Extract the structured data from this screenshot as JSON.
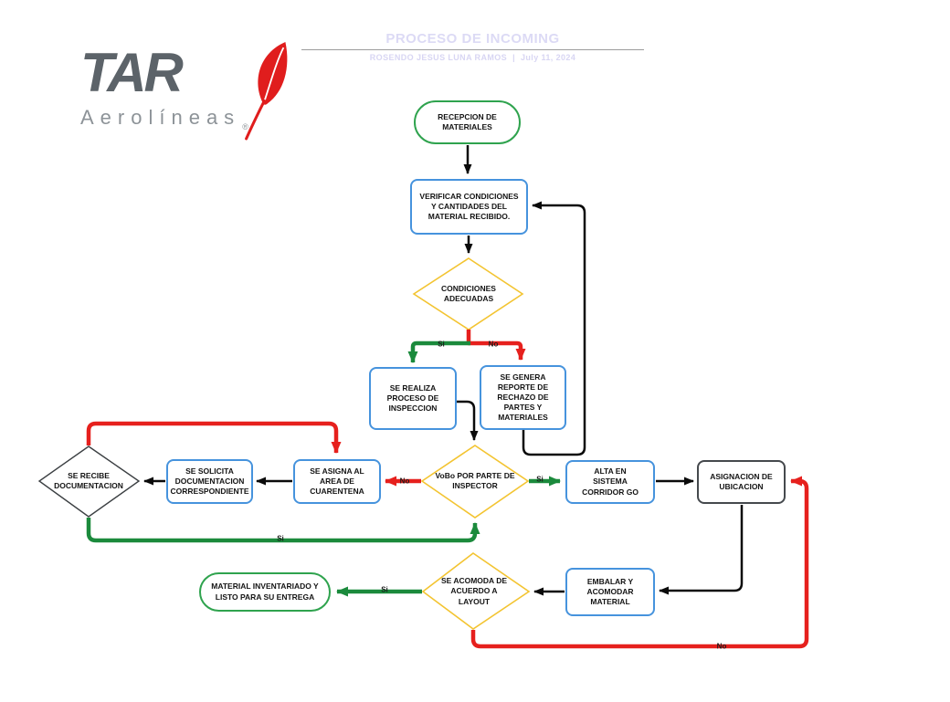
{
  "header": {
    "title": "PROCESO DE INCOMING",
    "author": "ROSENDO JESUS LUNA RAMOS",
    "separator": "|",
    "date": "July 11, 2024"
  },
  "logo": {
    "brand": "TAR",
    "subbrand": "Aerolíneas",
    "registered": "®",
    "feather_color": "#e01d1d",
    "brand_color": "#5c6369"
  },
  "nodes": {
    "recepcion": {
      "label": "RECEPCION DE MATERIALES",
      "type": "terminal"
    },
    "verificar": {
      "label": "VERIFICAR CONDICIONES Y CANTIDADES DEL MATERIAL RECIBIDO.",
      "type": "process"
    },
    "condiciones": {
      "label": "CONDICIONES ADECUADAS",
      "type": "decision"
    },
    "se_realiza": {
      "label": "SE REALIZA PROCESO DE INSPECCION",
      "type": "process"
    },
    "se_genera": {
      "label": "SE GENERA REPORTE DE RECHAZO DE PARTES Y MATERIALES",
      "type": "process"
    },
    "vobo": {
      "label": "VoBo POR PARTE DE INSPECTOR",
      "type": "decision"
    },
    "se_asigna": {
      "label": "SE ASIGNA AL AREA DE CUARENTENA",
      "type": "process"
    },
    "se_solicita": {
      "label": "SE SOLICITA DOCUMENTACION CORRESPONDIENTE",
      "type": "process"
    },
    "se_recibe": {
      "label": "SE RECIBE DOCUMENTACION",
      "type": "decision"
    },
    "alta": {
      "label": "ALTA EN SISTEMA CORRIDOR GO",
      "type": "process"
    },
    "asignacion": {
      "label": "ASIGNACION DE UBICACION",
      "type": "process"
    },
    "embalar": {
      "label": "EMBALAR Y ACOMODAR MATERIAL",
      "type": "process"
    },
    "se_acomoda": {
      "label": "SE ACOMODA DE ACUERDO A LAYOUT",
      "type": "decision"
    },
    "material": {
      "label": "MATERIAL INVENTARIADO Y LISTO PARA SU ENTREGA",
      "type": "terminal"
    }
  },
  "edge_labels": {
    "cond_si": "Si",
    "cond_no": "No",
    "vobo_no": "No",
    "vobo_si": "Si",
    "recibe_si": "Si",
    "acomoda_si": "Si",
    "acomoda_no": "No"
  },
  "colors": {
    "process_border": "#4693dd",
    "terminal_border": "#2fa34e",
    "decision_border": "#f3c431",
    "gray_border": "#45494d",
    "arrow_black": "#0a0a0a",
    "arrow_yes_green": "#1b8a3c",
    "arrow_no_red": "#e6201d",
    "title_text": "#dcdaf5",
    "node_text": "#141414"
  }
}
